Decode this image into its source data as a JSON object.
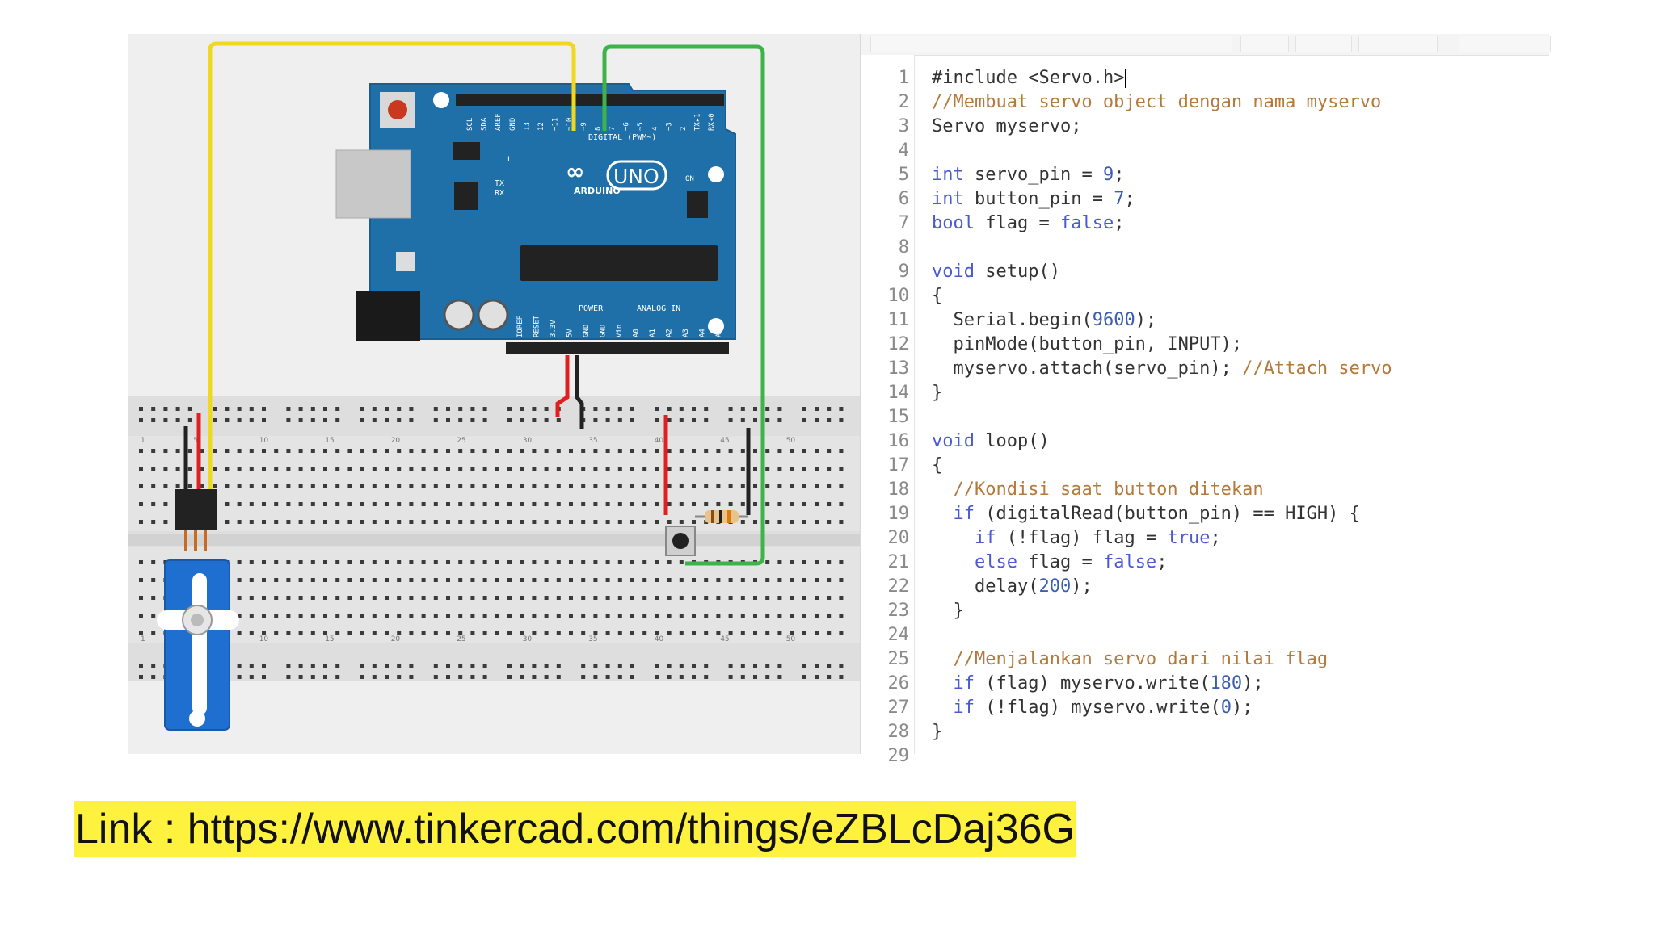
{
  "code_editor": {
    "line_numbers": [
      "1",
      "2",
      "3",
      "4",
      "5",
      "6",
      "7",
      "8",
      "9",
      "10",
      "11",
      "12",
      "13",
      "14",
      "15",
      "16",
      "17",
      "18",
      "19",
      "20",
      "21",
      "22",
      "23",
      "24",
      "25",
      "26",
      "27",
      "28",
      "29"
    ],
    "lines": [
      "#include <Servo.h>",
      "//Membuat servo object dengan nama myservo",
      "Servo myservo;",
      "",
      "int servo_pin = 9;",
      "int button_pin = 7;",
      "bool flag = false;",
      "",
      "void setup()",
      "{",
      "  Serial.begin(9600);",
      "  pinMode(button_pin, INPUT);",
      "  myservo.attach(servo_pin); //Attach servo",
      "}",
      "",
      "void loop()",
      "{",
      "  //Kondisi saat button ditekan",
      "  if (digitalRead(button_pin) == HIGH) {",
      "    if (!flag) flag = true;",
      "    else flag = false;",
      "    delay(200);",
      "  }",
      "",
      "  //Menjalankan servo dari nilai flag",
      "  if (flag) myservo.write(180);",
      "  if (!flag) myservo.write(0);",
      "}"
    ]
  },
  "arduino_board": {
    "brand": "ARDUINO",
    "model": "UNO",
    "digital_header_label": "DIGITAL (PWM~)",
    "power_label": "POWER",
    "analog_label": "ANALOG IN",
    "tx_label": "TX",
    "rx_label": "RX",
    "on_label": "ON",
    "l_label": "L",
    "top_pins": [
      "SCL",
      "SDA",
      "AREF",
      "GND",
      "13",
      "12",
      "~11",
      "~10",
      "~9",
      "8",
      "7",
      "~6",
      "~5",
      "4",
      "~3",
      "2",
      "TX▸1",
      "RX◂0"
    ],
    "bottom_pins": [
      "IOREF",
      "RESET",
      "3.3V",
      "5V",
      "GND",
      "GND",
      "Vin",
      "A0",
      "A1",
      "A2",
      "A3",
      "A4",
      "A5"
    ]
  },
  "breadboard": {
    "column_numbers": [
      "1",
      "5",
      "10",
      "15",
      "20",
      "25",
      "30",
      "35",
      "40",
      "45",
      "50"
    ]
  },
  "wire_colors": {
    "signal_servo": "#f0d820",
    "signal_button": "#3db34a",
    "power": "#e02020",
    "ground": "#222222",
    "board": "#1f6fa8"
  },
  "link_text": "Link : https://www.tinkercad.com/things/eZBLcDaj36G"
}
